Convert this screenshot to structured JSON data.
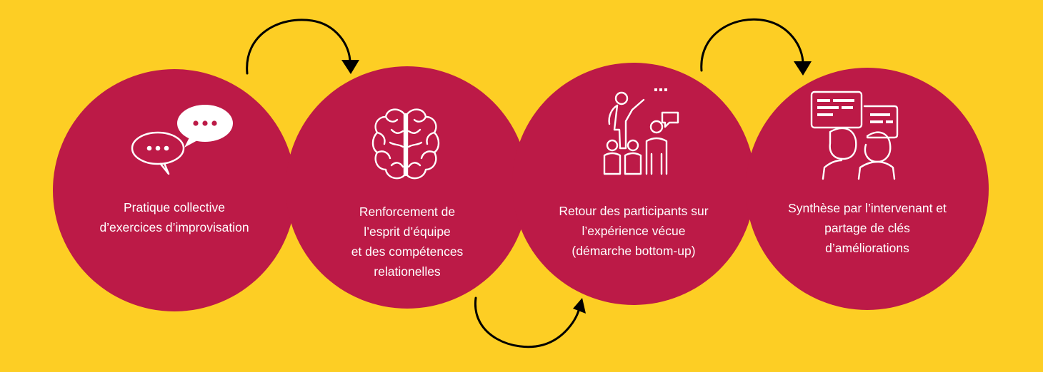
{
  "steps": [
    {
      "id": "step-1",
      "icon": "speech-bubbles-icon",
      "text": "Pratique collective\nd’exercices d’improvisation"
    },
    {
      "id": "step-2",
      "icon": "brain-icon",
      "text": "Renforcement de\nl’esprit d’équipe\net des compétences\nrelationelles"
    },
    {
      "id": "step-3",
      "icon": "presenter-audience-icon",
      "text": "Retour des participants sur\nl’expérience vécue\n(démarche bottom-up)"
    },
    {
      "id": "step-4",
      "icon": "people-discussion-icon",
      "text": "Synthèse par l’intervenant et\npartage de clés\nd’améliorations"
    }
  ],
  "colors": {
    "background": "#FDCE24",
    "circle": "#BC1A47",
    "text": "#FFFFFF",
    "arrow": "#000000"
  }
}
